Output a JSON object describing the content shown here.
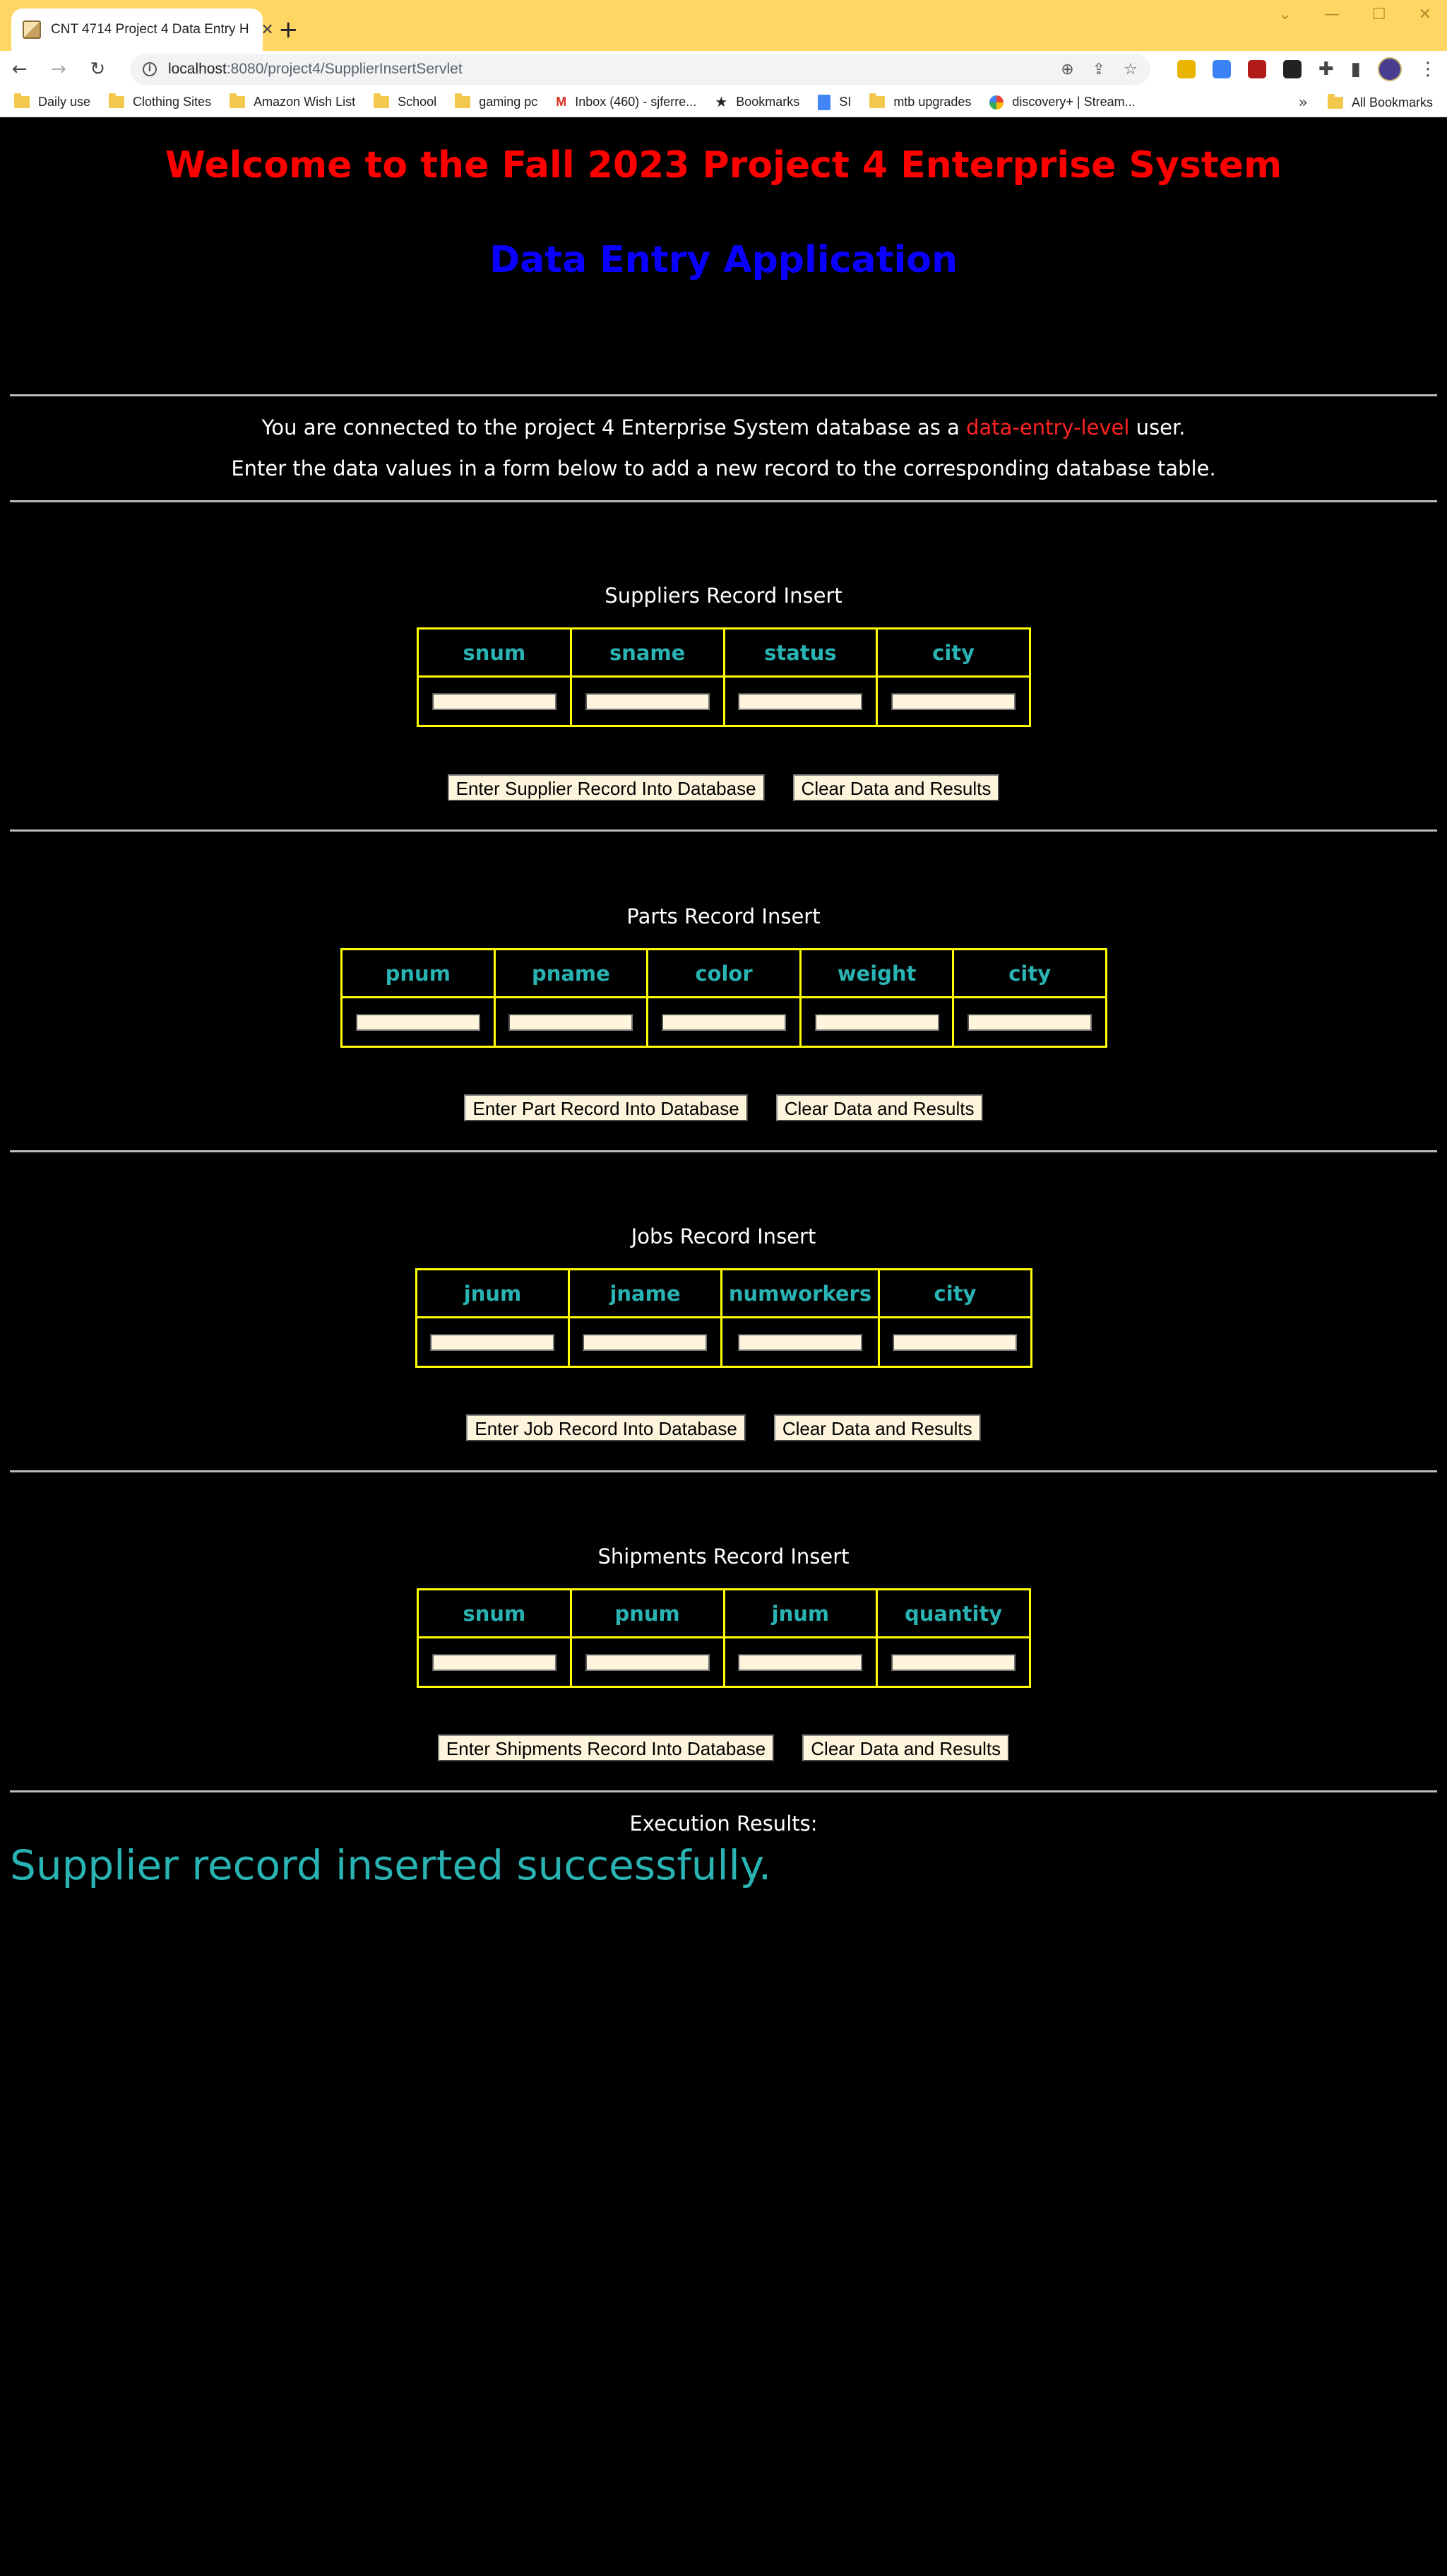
{
  "browser": {
    "tab_title": "CNT 4714 Project 4 Data Entry H",
    "url_host": "localhost",
    "url_rest": ":8080/project4/SupplierInsertServlet",
    "bookmarks": [
      "Daily use",
      "Clothing Sites",
      "Amazon Wish List",
      "School",
      "gaming pc",
      "Inbox (460) - sjferre...",
      "Bookmarks",
      "SI",
      "mtb upgrades",
      "discovery+ | Stream...",
      "All Bookmarks"
    ]
  },
  "header": {
    "title": "Welcome to the Fall 2023 Project 4 Enterprise System",
    "subtitle": "Data Entry Application"
  },
  "intro": {
    "line1_pre": "You are connected to the project 4 Enterprise System database as a ",
    "line1_role": "data-entry-level",
    "line1_post": " user.",
    "line2": "Enter the data values in a form below to add a new record to the corresponding database table."
  },
  "suppliers": {
    "title": "Suppliers Record Insert",
    "columns": [
      "snum",
      "sname",
      "status",
      "city"
    ],
    "submit": "Enter Supplier Record Into Database",
    "clear": "Clear Data and Results"
  },
  "parts": {
    "title": "Parts Record Insert",
    "columns": [
      "pnum",
      "pname",
      "color",
      "weight",
      "city"
    ],
    "submit": "Enter Part Record Into Database",
    "clear": "Clear Data and Results"
  },
  "jobs": {
    "title": "Jobs Record Insert",
    "columns": [
      "jnum",
      "jname",
      "numworkers",
      "city"
    ],
    "submit": "Enter Job Record Into Database",
    "clear": "Clear Data and Results"
  },
  "shipments": {
    "title": "Shipments Record Insert",
    "columns": [
      "snum",
      "pnum",
      "jnum",
      "quantity"
    ],
    "submit": "Enter Shipments Record Into Database",
    "clear": "Clear Data and Results"
  },
  "results": {
    "label": "Execution Results:",
    "message": "Supplier record inserted successfully."
  },
  "colors": {
    "title": "#ff0000",
    "subtitle": "#0a00ff",
    "header_text": "#2ab3b3",
    "table_border": "#ffff00",
    "input_bg": "#fff5dc",
    "tabstrip": "#fdd663"
  }
}
